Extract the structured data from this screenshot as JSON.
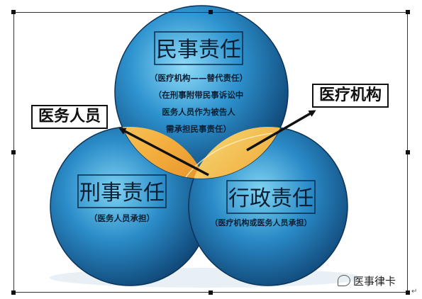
{
  "diagram": {
    "circles": {
      "top": {
        "title": "民事责任",
        "lines": [
          "（医疗机构——替代责任）",
          "（在刑事附带民事诉讼中",
          "医务人员作为被告人",
          "需承担民事责任）"
        ]
      },
      "left": {
        "title": "刑事责任",
        "lines": [
          "（医务人员承担）"
        ]
      },
      "right": {
        "title": "行政责任",
        "lines": [
          "（医疗机构或医务人员承担）"
        ]
      }
    },
    "callouts": {
      "left_label": "医务人员",
      "right_label": "医疗机构"
    },
    "watermark": "医事律卡",
    "colors": {
      "circle_dark": "#0b3f6e",
      "circle_mid": "#1f7fbf",
      "circle_light": "#5fc4ee",
      "overlap_orange": "#f28c1e",
      "overlap_light": "#ffc24d"
    }
  }
}
